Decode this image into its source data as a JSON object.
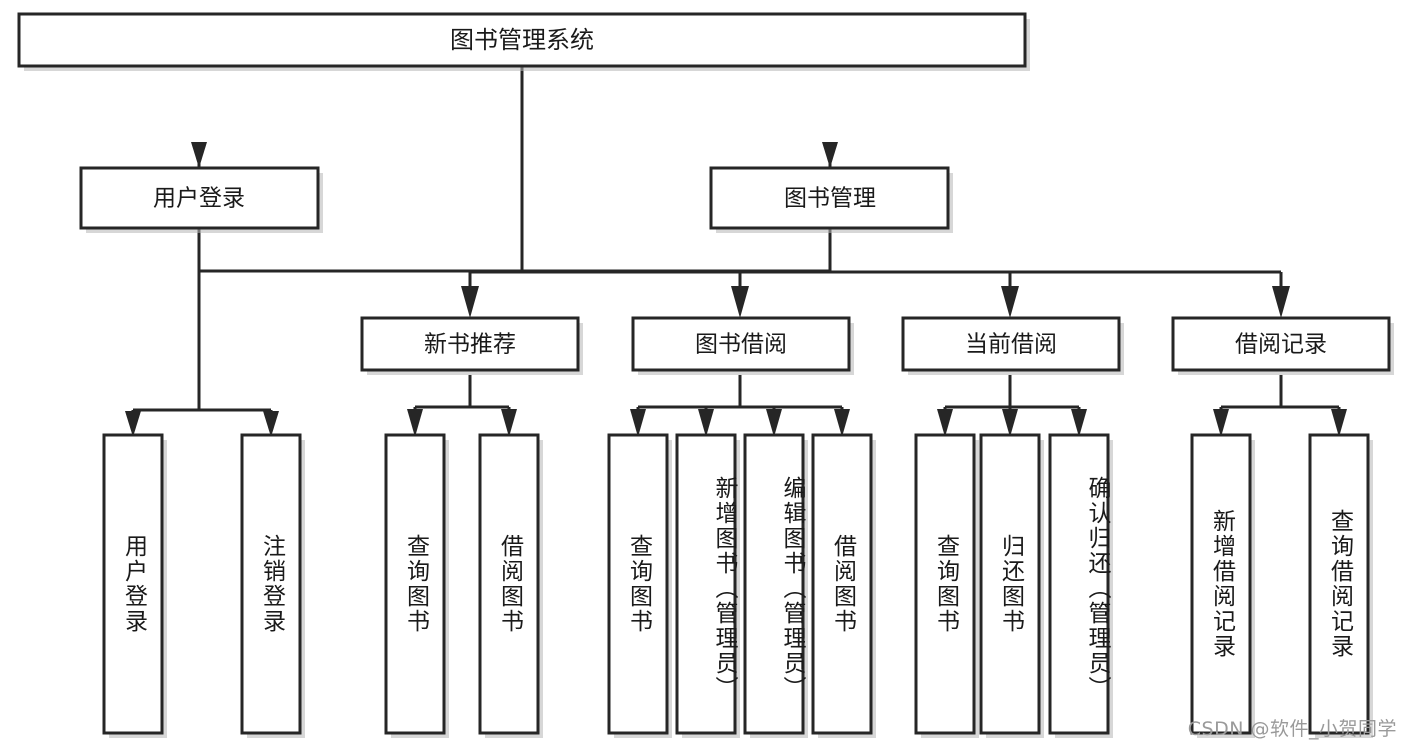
{
  "diagram": {
    "title": "图书管理系统",
    "watermark": "CSDN @软件_小贺同学",
    "colors": {
      "stroke": "#262626",
      "fill": "#ffffff",
      "text": "#1a1a1a",
      "shadow": "#b7b7b7",
      "watermark": "#9a9a9a"
    },
    "root": {
      "label": "图书管理系统"
    },
    "level2": [
      {
        "label": "用户登录"
      },
      {
        "label": "图书管理"
      }
    ],
    "level3": [
      {
        "label": "新书推荐"
      },
      {
        "label": "图书借阅"
      },
      {
        "label": "当前借阅"
      },
      {
        "label": "借阅记录"
      }
    ],
    "leaves": {
      "user_login": [
        {
          "label": "用户登录"
        },
        {
          "label": "注销登录"
        }
      ],
      "new_book": [
        {
          "label": "查询图书"
        },
        {
          "label": "借阅图书"
        }
      ],
      "book_borrow": [
        {
          "label": "查询图书"
        },
        {
          "label": "新增图书（管理员）"
        },
        {
          "label": "编辑图书（管理员）"
        },
        {
          "label": "借阅图书"
        }
      ],
      "current_borrow": [
        {
          "label": "查询图书"
        },
        {
          "label": "归还图书"
        },
        {
          "label": "确认归还（管理员）"
        }
      ],
      "borrow_record": [
        {
          "label": "新增借阅记录"
        },
        {
          "label": "查询借阅记录"
        }
      ]
    }
  }
}
